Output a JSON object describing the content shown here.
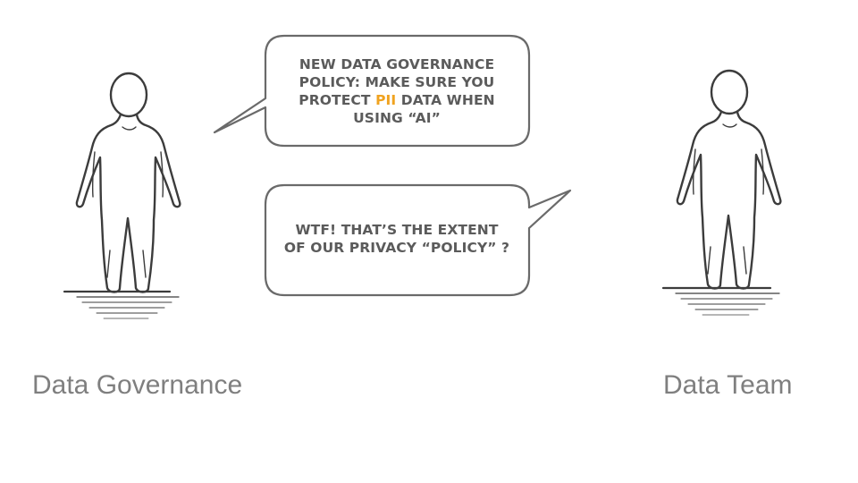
{
  "bubble_top": {
    "line1": "NEW DATA GOVERNANCE",
    "line2": "POLICY: MAKE SURE YOU",
    "line3_before": "PROTECT ",
    "line3_highlight": "PII",
    "line3_after": " DATA WHEN",
    "line4": "USING “AI”"
  },
  "bubble_bottom": {
    "line1": "WTF! THAT’S THE EXTENT",
    "line2": "OF OUR PRIVACY “POLICY” ?"
  },
  "figures": {
    "left_label": "Data Governance",
    "right_label": "Data Team"
  },
  "colors": {
    "text": "#5b5b5b",
    "highlight": "#f0a320",
    "caption": "#7f7f7f",
    "outline": "#555555"
  }
}
